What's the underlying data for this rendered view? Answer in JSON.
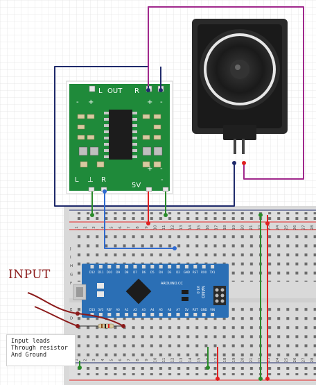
{
  "input_label": "INPUT",
  "note_lines": [
    "Input leads",
    "Through resistor",
    "And Ground"
  ],
  "amp": {
    "l": "L",
    "out": "OUT",
    "r": "R",
    "plus": "+",
    "minus": "-",
    "bottom_l": "L",
    "bottom_gnd": "⊥",
    "bottom_r": "R",
    "v5": "5V"
  },
  "breadboard": {
    "row_letters_top": [
      "J",
      "I",
      "H",
      "G",
      "F"
    ],
    "row_letters_bottom": [
      "E",
      "D"
    ],
    "col_numbers": [
      "1",
      "2",
      "3",
      "4",
      "5",
      "6",
      "7",
      "8",
      "9",
      "10",
      "11",
      "12",
      "13",
      "14",
      "15",
      "16",
      "17",
      "18",
      "19",
      "20",
      "21",
      "22",
      "23",
      "24",
      "25",
      "26",
      "27",
      "28"
    ]
  },
  "nano": {
    "label": "NANO",
    "version": "V3.0",
    "brand": "ARDUINO.CC",
    "top_pins": [
      "D12",
      "D11",
      "D10",
      "D9",
      "D8",
      "D7",
      "D6",
      "D5",
      "D4",
      "D3",
      "D2",
      "GND",
      "RST",
      "RX0",
      "TX1"
    ],
    "bottom_pins": [
      "D13",
      "3V3",
      "REF",
      "A0",
      "A1",
      "A2",
      "A3",
      "A4",
      "A5",
      "A6",
      "A7",
      "5V",
      "RST",
      "GND",
      "VIN"
    ]
  },
  "colors": {
    "navy": "#1f2a6b",
    "purple": "#a0288c",
    "green": "#2a8a2a",
    "red": "#e02020",
    "blue": "#2f6ad0",
    "maroon": "#8b1a1a",
    "board_green": "#1f8a3a",
    "nano_blue": "#2b6fb5"
  }
}
